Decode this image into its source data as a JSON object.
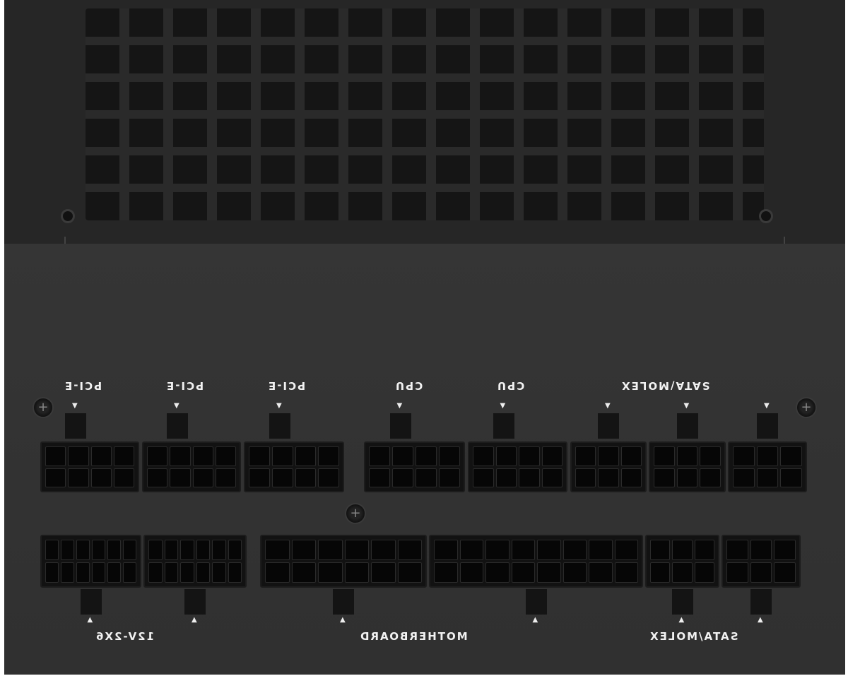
{
  "top_labels": [
    "PCI-E",
    "PCI-E",
    "PCI-E",
    "CPU",
    "CPU",
    "SATA/MOLEX"
  ],
  "bottom_labels": [
    "12V-2X6",
    "MOTHERBOARD",
    "SATA/MOLEX"
  ],
  "colors": {
    "chassis": "#2e2e2e",
    "connector": "#121212",
    "label": "#f2f2f2"
  }
}
